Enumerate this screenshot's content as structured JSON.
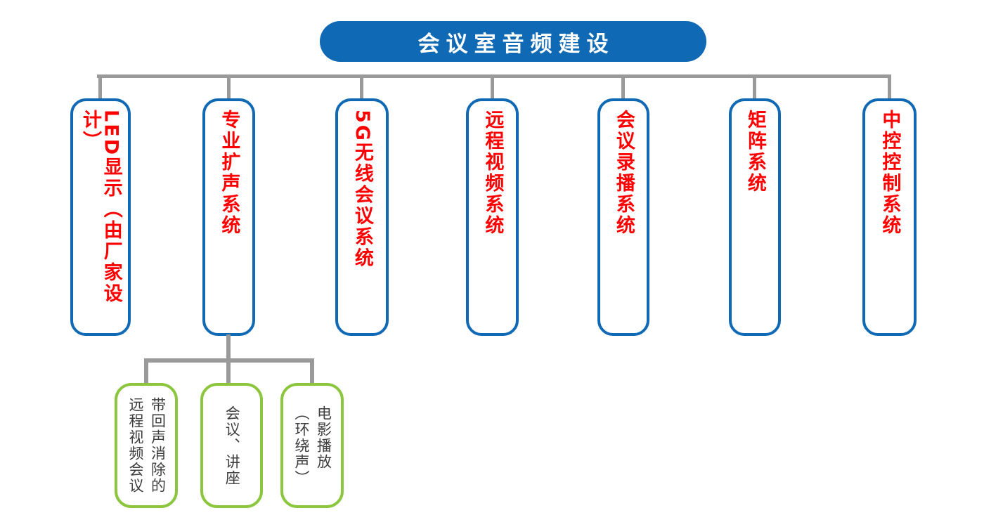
{
  "title": "会议室音频建设",
  "colors": {
    "root_fill": "#1069b4",
    "level1_border": "#1069b4",
    "level1_text": "#ff0000",
    "level2_border": "#8cc63e",
    "level2_text": "#3e3e3e",
    "connector": "#9a9a9a"
  },
  "level1": [
    {
      "label": "LED显示（由厂家设计）"
    },
    {
      "label": "专业扩声系统",
      "children": [
        {
          "label": "带回声消除的\n远程视频会议"
        },
        {
          "label": "会议、讲座"
        },
        {
          "label": "电影播放\n（环绕声）"
        }
      ]
    },
    {
      "label": "5G无线会议系统"
    },
    {
      "label": "远程视频系统"
    },
    {
      "label": "会议录播系统"
    },
    {
      "label": "矩阵系统"
    },
    {
      "label": "中控控制系统"
    }
  ]
}
